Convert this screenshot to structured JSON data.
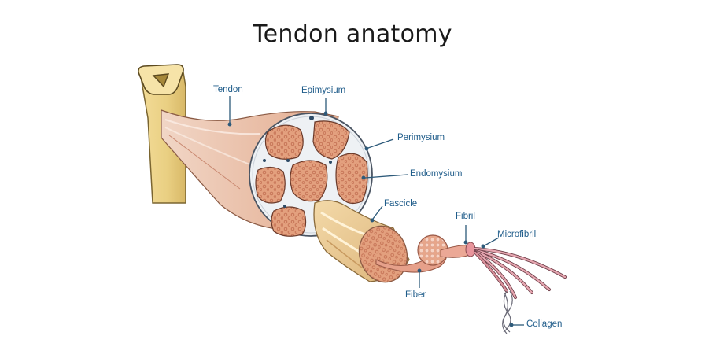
{
  "title": "Tendon anatomy",
  "labels": {
    "tendon": "Tendon",
    "epimysium": "Epimysium",
    "perimysium": "Perimysium",
    "endomysium": "Endomysium",
    "fascicle": "Fascicle",
    "fibril": "Fibril",
    "microfibril": "Microfibril",
    "fiber": "Fiber",
    "collagen": "Collagen"
  },
  "colors": {
    "label_text": "#1f5c8a",
    "leader_line": "#2d5a7a",
    "bone": "#e8d08a",
    "bone_outline": "#6b5a2a",
    "tendon_sheath": "#e6b9a0",
    "fascicle_fill": "#e09a78",
    "fascicle_dots": "#c97556",
    "connective": "#eef1f4",
    "fibril_pink": "#d9909a"
  }
}
